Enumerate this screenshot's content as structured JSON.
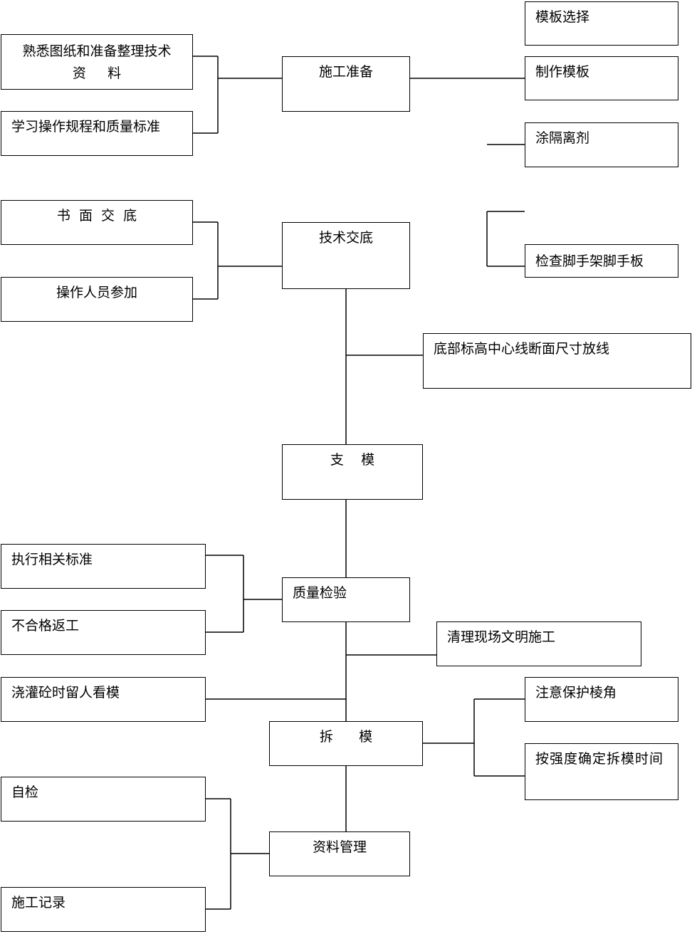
{
  "nodes": {
    "template_select": "模板选择",
    "make_template": "制作模板",
    "apply_release_agent": "涂隔离剂",
    "check_scaffold": "检查脚手架脚手板",
    "familiarize_drawings": "熟悉图纸和准备整理技术\n资     料",
    "study_rules": "学习操作规程和质量标准",
    "construction_prep": "施工准备",
    "written_briefing": "书  面  交  底",
    "operators_attend": "操作人员参加",
    "tech_briefing": "技术交底",
    "layout_lines": "底部标高中心线断面尺寸放线",
    "formwork_support": "支    模",
    "follow_standards": "执行相关标准",
    "rework_nonconforming": "不合格返工",
    "quality_inspection": "质量检验",
    "clean_site": "清理现场文明施工",
    "watch_during_pour": "浇灌砼时留人看模",
    "protect_edges": "注意保护棱角",
    "formwork_removal": "拆      模",
    "removal_time_by_strength": "按强度确定拆模时间",
    "self_check": "自检",
    "document_management": "资料管理",
    "construction_records": "施工记录"
  }
}
